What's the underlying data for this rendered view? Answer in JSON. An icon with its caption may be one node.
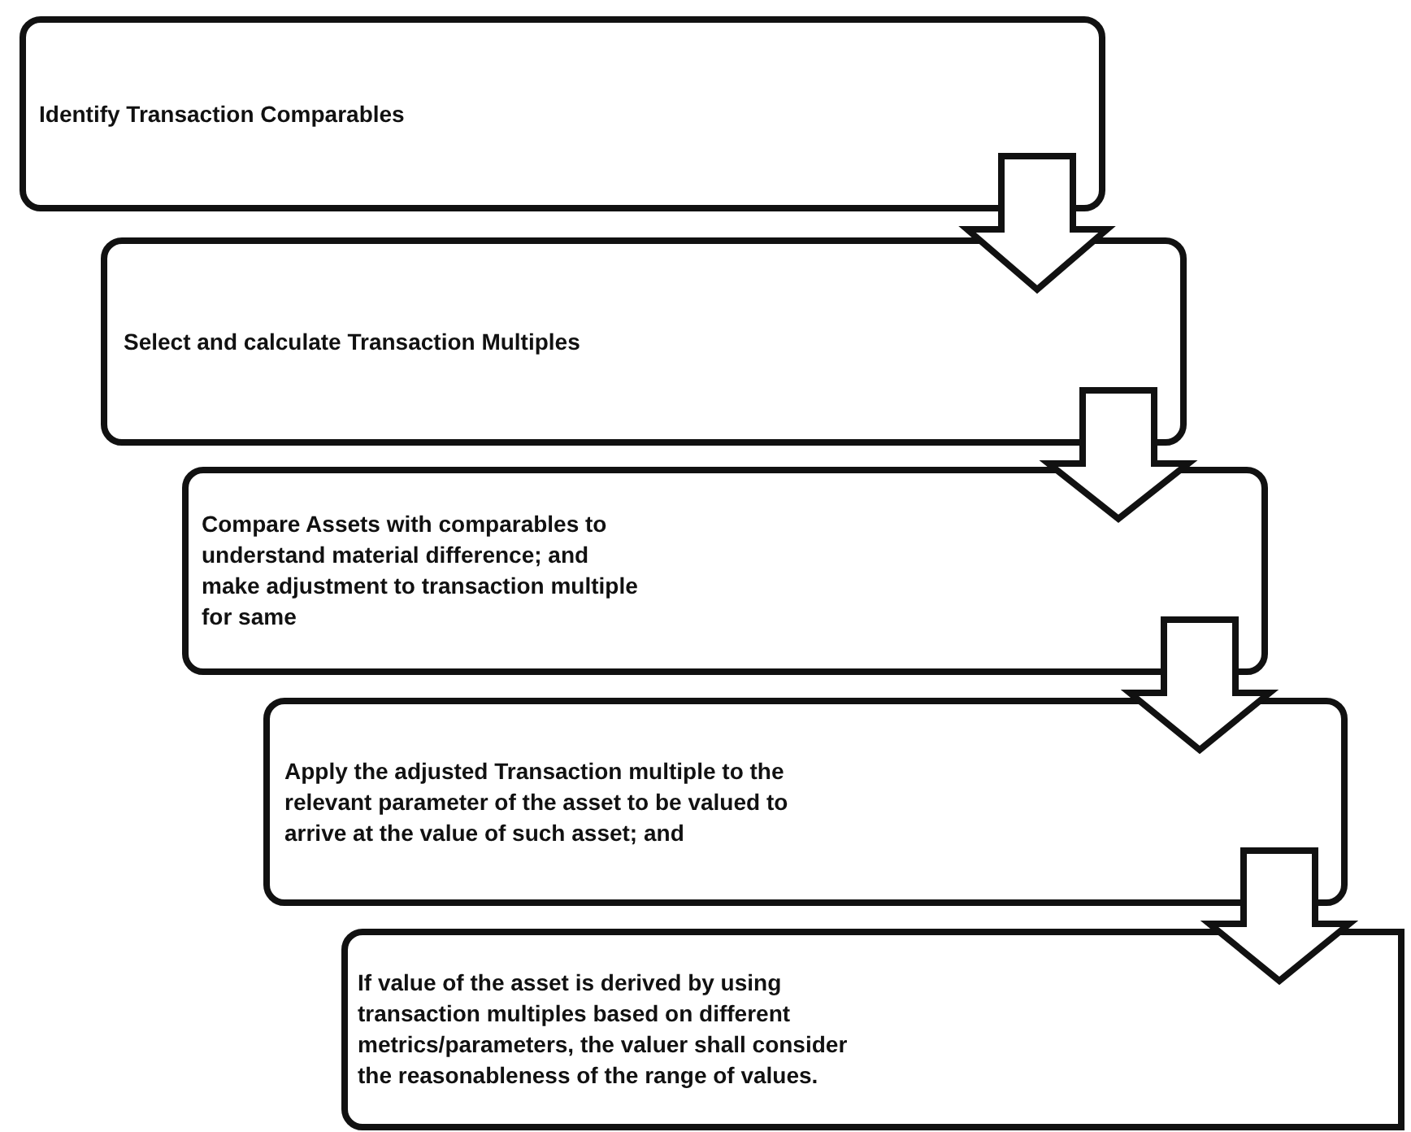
{
  "diagram": {
    "nodes": [
      {
        "text": [
          "Identify Transaction Comparables"
        ]
      },
      {
        "text": [
          "Select and calculate Transaction Multiples"
        ]
      },
      {
        "text": [
          "Compare Assets with comparables to understand material difference; and make adjustment to transaction multiple for same"
        ]
      },
      {
        "text": [
          "Apply the adjusted Transaction multiple to the relevant parameter of the asset to be valued to arrive at the value of such asset; and"
        ]
      },
      {
        "text": [
          "If value of the asset is derived by using transaction multiples based on different metrics/parameters, the valuer shall consider the reasonableness of the range of values."
        ]
      }
    ],
    "edges": [
      {
        "from": 0,
        "to": 1,
        "arrow": "to"
      },
      {
        "from": 1,
        "to": 2,
        "arrow": "to"
      },
      {
        "from": 2,
        "to": 3,
        "arrow": "to"
      },
      {
        "from": 3,
        "to": 4,
        "arrow": "to"
      }
    ]
  }
}
